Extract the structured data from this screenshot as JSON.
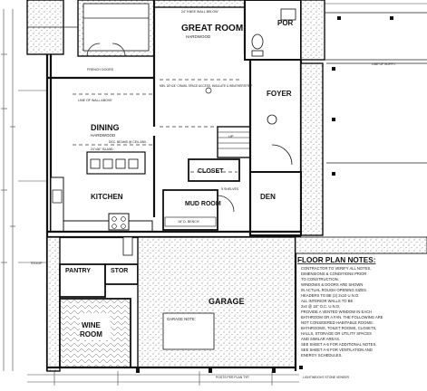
{
  "rooms": {
    "great_room": {
      "name": "GREAT ROOM",
      "sub": "HARDWOOD"
    },
    "por": {
      "name": "POR"
    },
    "foyer": {
      "name": "FOYER"
    },
    "dining": {
      "name": "DINING",
      "sub": "HARDWOOD"
    },
    "closet": {
      "name": "CLOSET"
    },
    "kitchen": {
      "name": "KITCHEN"
    },
    "mud_room": {
      "name": "MUD ROOM"
    },
    "den": {
      "name": "DEN"
    },
    "pantry": {
      "name": "PANTRY"
    },
    "stor": {
      "name": "STOR"
    },
    "garage": {
      "name": "GARAGE"
    },
    "wine_room": {
      "name": "WINE",
      "name2": "ROOM"
    }
  },
  "annotations": {
    "knee_wall": "24\" KNEE WALL BELOW",
    "french_doors": "FRENCH DOORS",
    "line_of_wall": "LINE OF WALL ABOVE",
    "crawl_space": "MIN. 18\"x24\" CRAWL SPACE ACCESS, INSULATE & WEATHERSTRIP",
    "dec_beams": "DEC. BEAMS @ CEIL ABV.",
    "island": "24\"x36\" ISLAND",
    "shelves": "5 SHELVES",
    "bench": "18\" D. BENCH",
    "stair": "UP",
    "garage_note": "GARAGE NOTE:",
    "lightweight_stone": "LIGHTWEIGHT STONE VENEER",
    "posts": "POSTS PER PLAN TYP.",
    "stoop": "STOOP",
    "line_of_soffit": "LINE OF SOFFIT"
  },
  "floor_plan_notes": {
    "title": "FLOOR PLAN NOTES:",
    "lines": [
      "CONTRACTOR TO VERIFY ALL NOTES,",
      "DIMENSIONS & CONDITIONS PRIOR",
      "TO CONSTRUCTION.",
      "WINDOWS & DOORS ARE SHOWN",
      "IN ACTUAL ROUGH OPENING SIZES.",
      "HEADERS TO BE (2) 2x10 U.N.O.",
      "ALL INTERIOR WALLS TO BE",
      "2x4 @ 16\" O.C. U.N.O.",
      "PROVIDE A VENTED WINDOW IN EACH",
      "BATHROOM OR A FAN. THE FOLLOWING ARE",
      "NOT CONSIDERED HABITABLE ROOMS:",
      "BATHROOMS, TOILET ROOMS, CLOSETS,",
      "HALLS, STORAGE OR UTILITY SPACES",
      "AND SIMILAR AREAS.",
      "SEE SHEET A-6 FOR ADDITIONAL NOTES.",
      "SEE SHEET A-8 FOR VENTILATION AND",
      "ENERGY SCHEDULES."
    ]
  }
}
